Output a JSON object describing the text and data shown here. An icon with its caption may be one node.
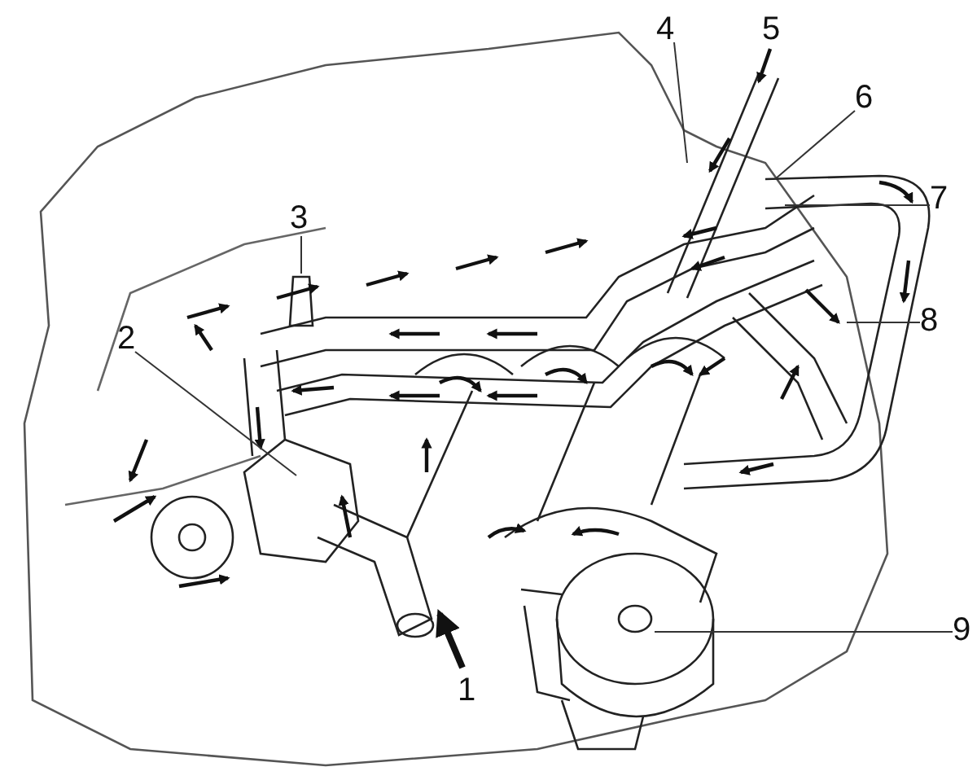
{
  "diagram": {
    "nodes": [
      {
        "text": [
          "1"
        ]
      },
      {
        "text": [
          "2"
        ]
      },
      {
        "text": [
          "3"
        ]
      },
      {
        "text": [
          "4"
        ]
      },
      {
        "text": [
          "5"
        ]
      },
      {
        "text": [
          "6"
        ]
      },
      {
        "text": [
          "7"
        ]
      },
      {
        "text": [
          "8"
        ]
      },
      {
        "text": [
          "9"
        ]
      }
    ],
    "edges": [
      {
        "from": 1,
        "to": null,
        "arrow": "none"
      },
      {
        "from": 2,
        "to": null,
        "arrow": "none"
      },
      {
        "from": 3,
        "to": null,
        "arrow": "none"
      },
      {
        "from": 5,
        "to": null,
        "arrow": "none"
      },
      {
        "from": 6,
        "to": null,
        "arrow": "none"
      },
      {
        "from": 7,
        "to": null,
        "arrow": "none"
      },
      {
        "from": 8,
        "to": null,
        "arrow": "none"
      }
    ]
  }
}
